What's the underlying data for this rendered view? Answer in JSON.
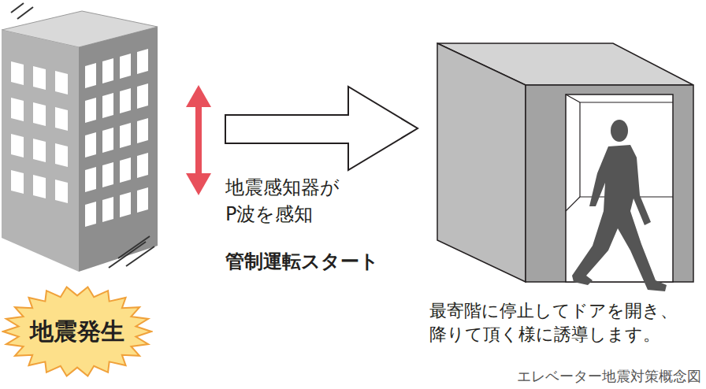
{
  "diagram": {
    "caption": "エレベーター地震対策概念図",
    "nodes": [
      {
        "text": [
          "地震発生"
        ]
      }
    ],
    "labels": [
      "地震感知器が P波を感知",
      "管制運転スタート",
      "最寄階に停止してドアを開き、 降りて頂く様に誘導します。"
    ]
  }
}
